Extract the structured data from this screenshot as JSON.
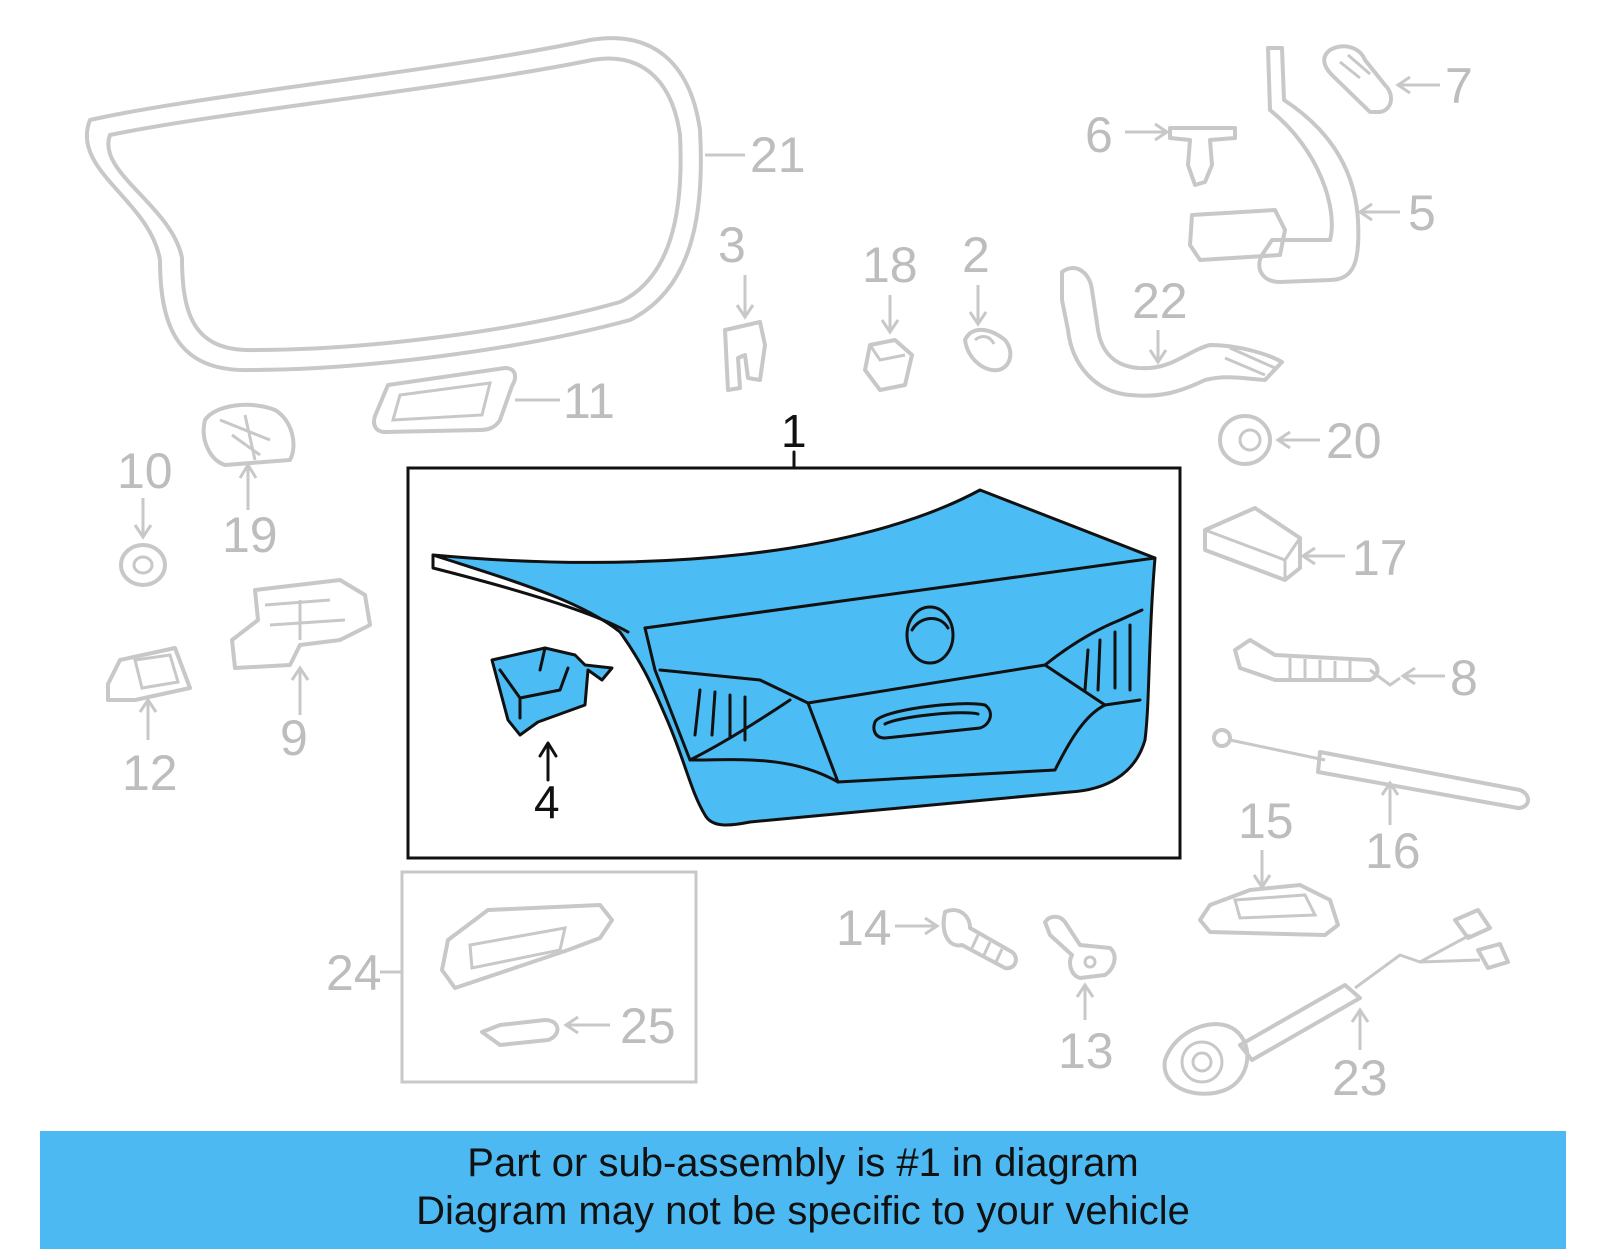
{
  "callouts": {
    "c1": "1",
    "c2": "2",
    "c3": "3",
    "c4": "4",
    "c5": "5",
    "c6": "6",
    "c7": "7",
    "c8": "8",
    "c9": "9",
    "c10": "10",
    "c11": "11",
    "c12": "12",
    "c13": "13",
    "c14": "14",
    "c15": "15",
    "c16": "16",
    "c17": "17",
    "c18": "18",
    "c19": "19",
    "c20": "20",
    "c21": "21",
    "c22": "22",
    "c23": "23",
    "c24": "24",
    "c25": "25"
  },
  "banner": {
    "line1": "Part or sub-assembly is #1 in diagram",
    "line2": "Diagram may not be specific to your vehicle"
  },
  "colors": {
    "highlight": "#4cbcf4",
    "banner": "#4cb9f2",
    "ghost_parts": "#c8c8c8"
  }
}
